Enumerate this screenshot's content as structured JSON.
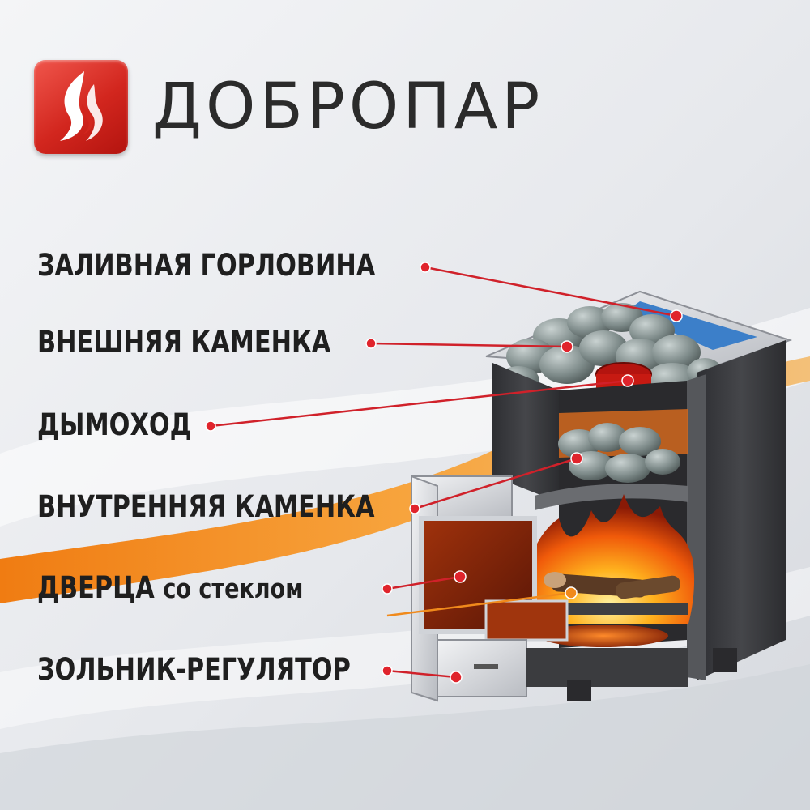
{
  "brand": {
    "name": "ДОБРОПАР",
    "logo_icon": "steam-flame-icon",
    "logo_color": "#d2261e"
  },
  "callouts": [
    {
      "id": "fill-neck",
      "label": "ЗАЛИВНАЯ ГОРЛОВИНА",
      "label_suffix": ""
    },
    {
      "id": "outer-heater",
      "label": "ВНЕШНЯЯ КАМЕНКА",
      "label_suffix": ""
    },
    {
      "id": "chimney",
      "label": "ДЫМОХОД",
      "label_suffix": ""
    },
    {
      "id": "inner-heater",
      "label": "ВНУТРЕННЯЯ КАМЕНКА",
      "label_suffix": ""
    },
    {
      "id": "glass-door",
      "label": "ДВЕРЦА",
      "label_suffix": "со стеклом"
    },
    {
      "id": "ash-regulator",
      "label": "ЗОЛЬНИК-РЕГУЛЯТОР",
      "label_suffix": ""
    }
  ],
  "colors": {
    "leader_line": "#d0212a",
    "leader_dot": "#e0242c",
    "accent_orange": "#f08a1c",
    "stove_body": "#3c3d40",
    "flame": "#ff7a10"
  }
}
